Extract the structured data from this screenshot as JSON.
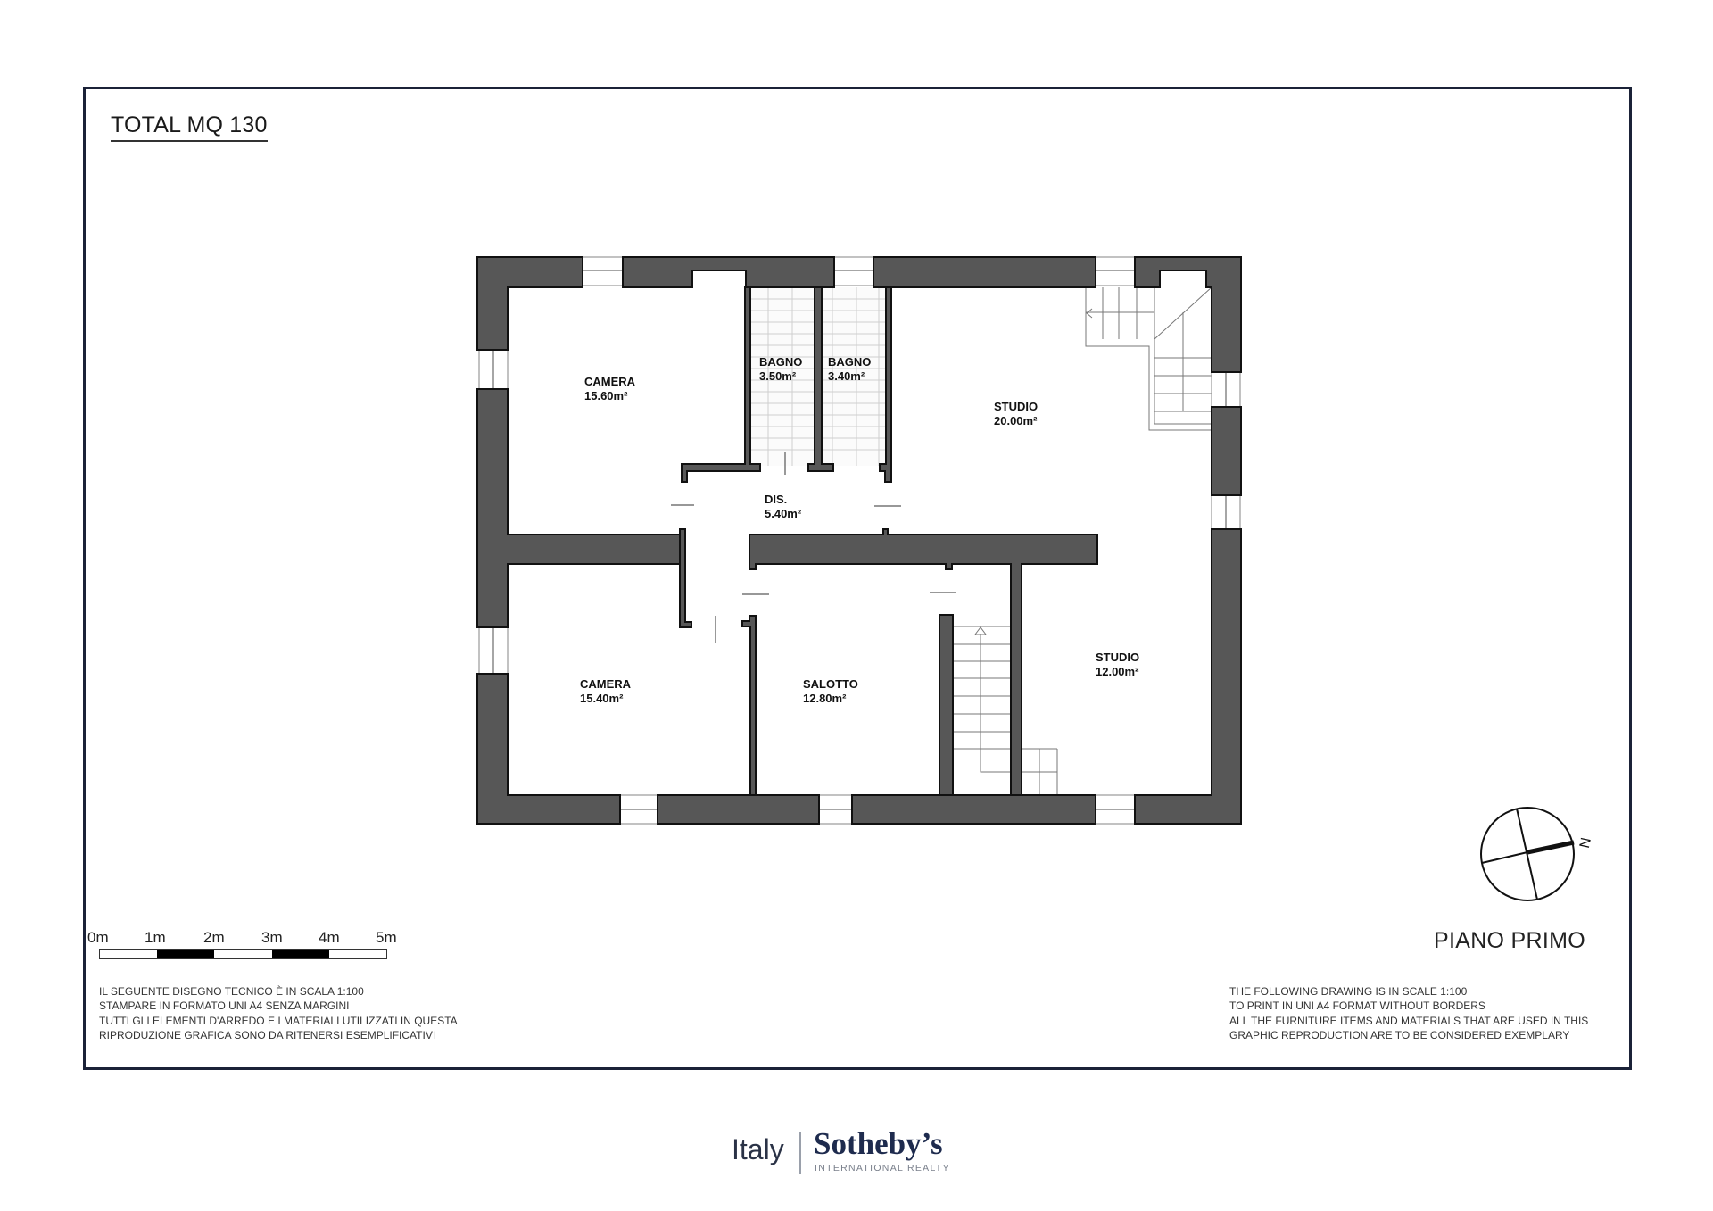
{
  "header": {
    "total_area": "TOTAL MQ 130"
  },
  "plan": {
    "floor_name": "PIANO PRIMO",
    "rooms": [
      {
        "name": "CAMERA",
        "area": "15.60m²"
      },
      {
        "name": "BAGNO",
        "area": "3.50m²"
      },
      {
        "name": "BAGNO",
        "area": "3.40m²"
      },
      {
        "name": "STUDIO",
        "area": "20.00m²"
      },
      {
        "name": "DIS.",
        "area": "5.40m²"
      },
      {
        "name": "CAMERA",
        "area": "15.40m²"
      },
      {
        "name": "SALOTTO",
        "area": "12.80m²"
      },
      {
        "name": "STUDIO",
        "area": "12.00m²"
      }
    ],
    "compass": {
      "label": "N"
    },
    "colors": {
      "wall": "#575757",
      "frame": "#1b2238"
    }
  },
  "scale_bar": {
    "labels": [
      "0m",
      "1m",
      "2m",
      "3m",
      "4m",
      "5m"
    ]
  },
  "notes": {
    "italian": [
      "IL SEGUENTE DISEGNO TECNICO È IN SCALA 1:100",
      "STAMPARE IN FORMATO UNI A4 SENZA MARGINI",
      "TUTTI GLI ELEMENTI D'ARREDO E I MATERIALI UTILIZZATI IN QUESTA",
      "RIPRODUZIONE GRAFICA SONO DA RITENERSI ESEMPLIFICATIVI"
    ],
    "english": [
      "THE FOLLOWING DRAWING IS IN SCALE 1:100",
      "TO PRINT IN UNI A4 FORMAT WITHOUT BORDERS",
      "ALL THE FURNITURE ITEMS AND MATERIALS THAT ARE USED IN THIS",
      "GRAPHIC REPRODUCTION ARE TO BE CONSIDERED EXEMPLARY"
    ]
  },
  "footer": {
    "logo_left": "Italy",
    "logo_brand": "Sotheby’s",
    "logo_sub": "INTERNATIONAL REALTY"
  }
}
